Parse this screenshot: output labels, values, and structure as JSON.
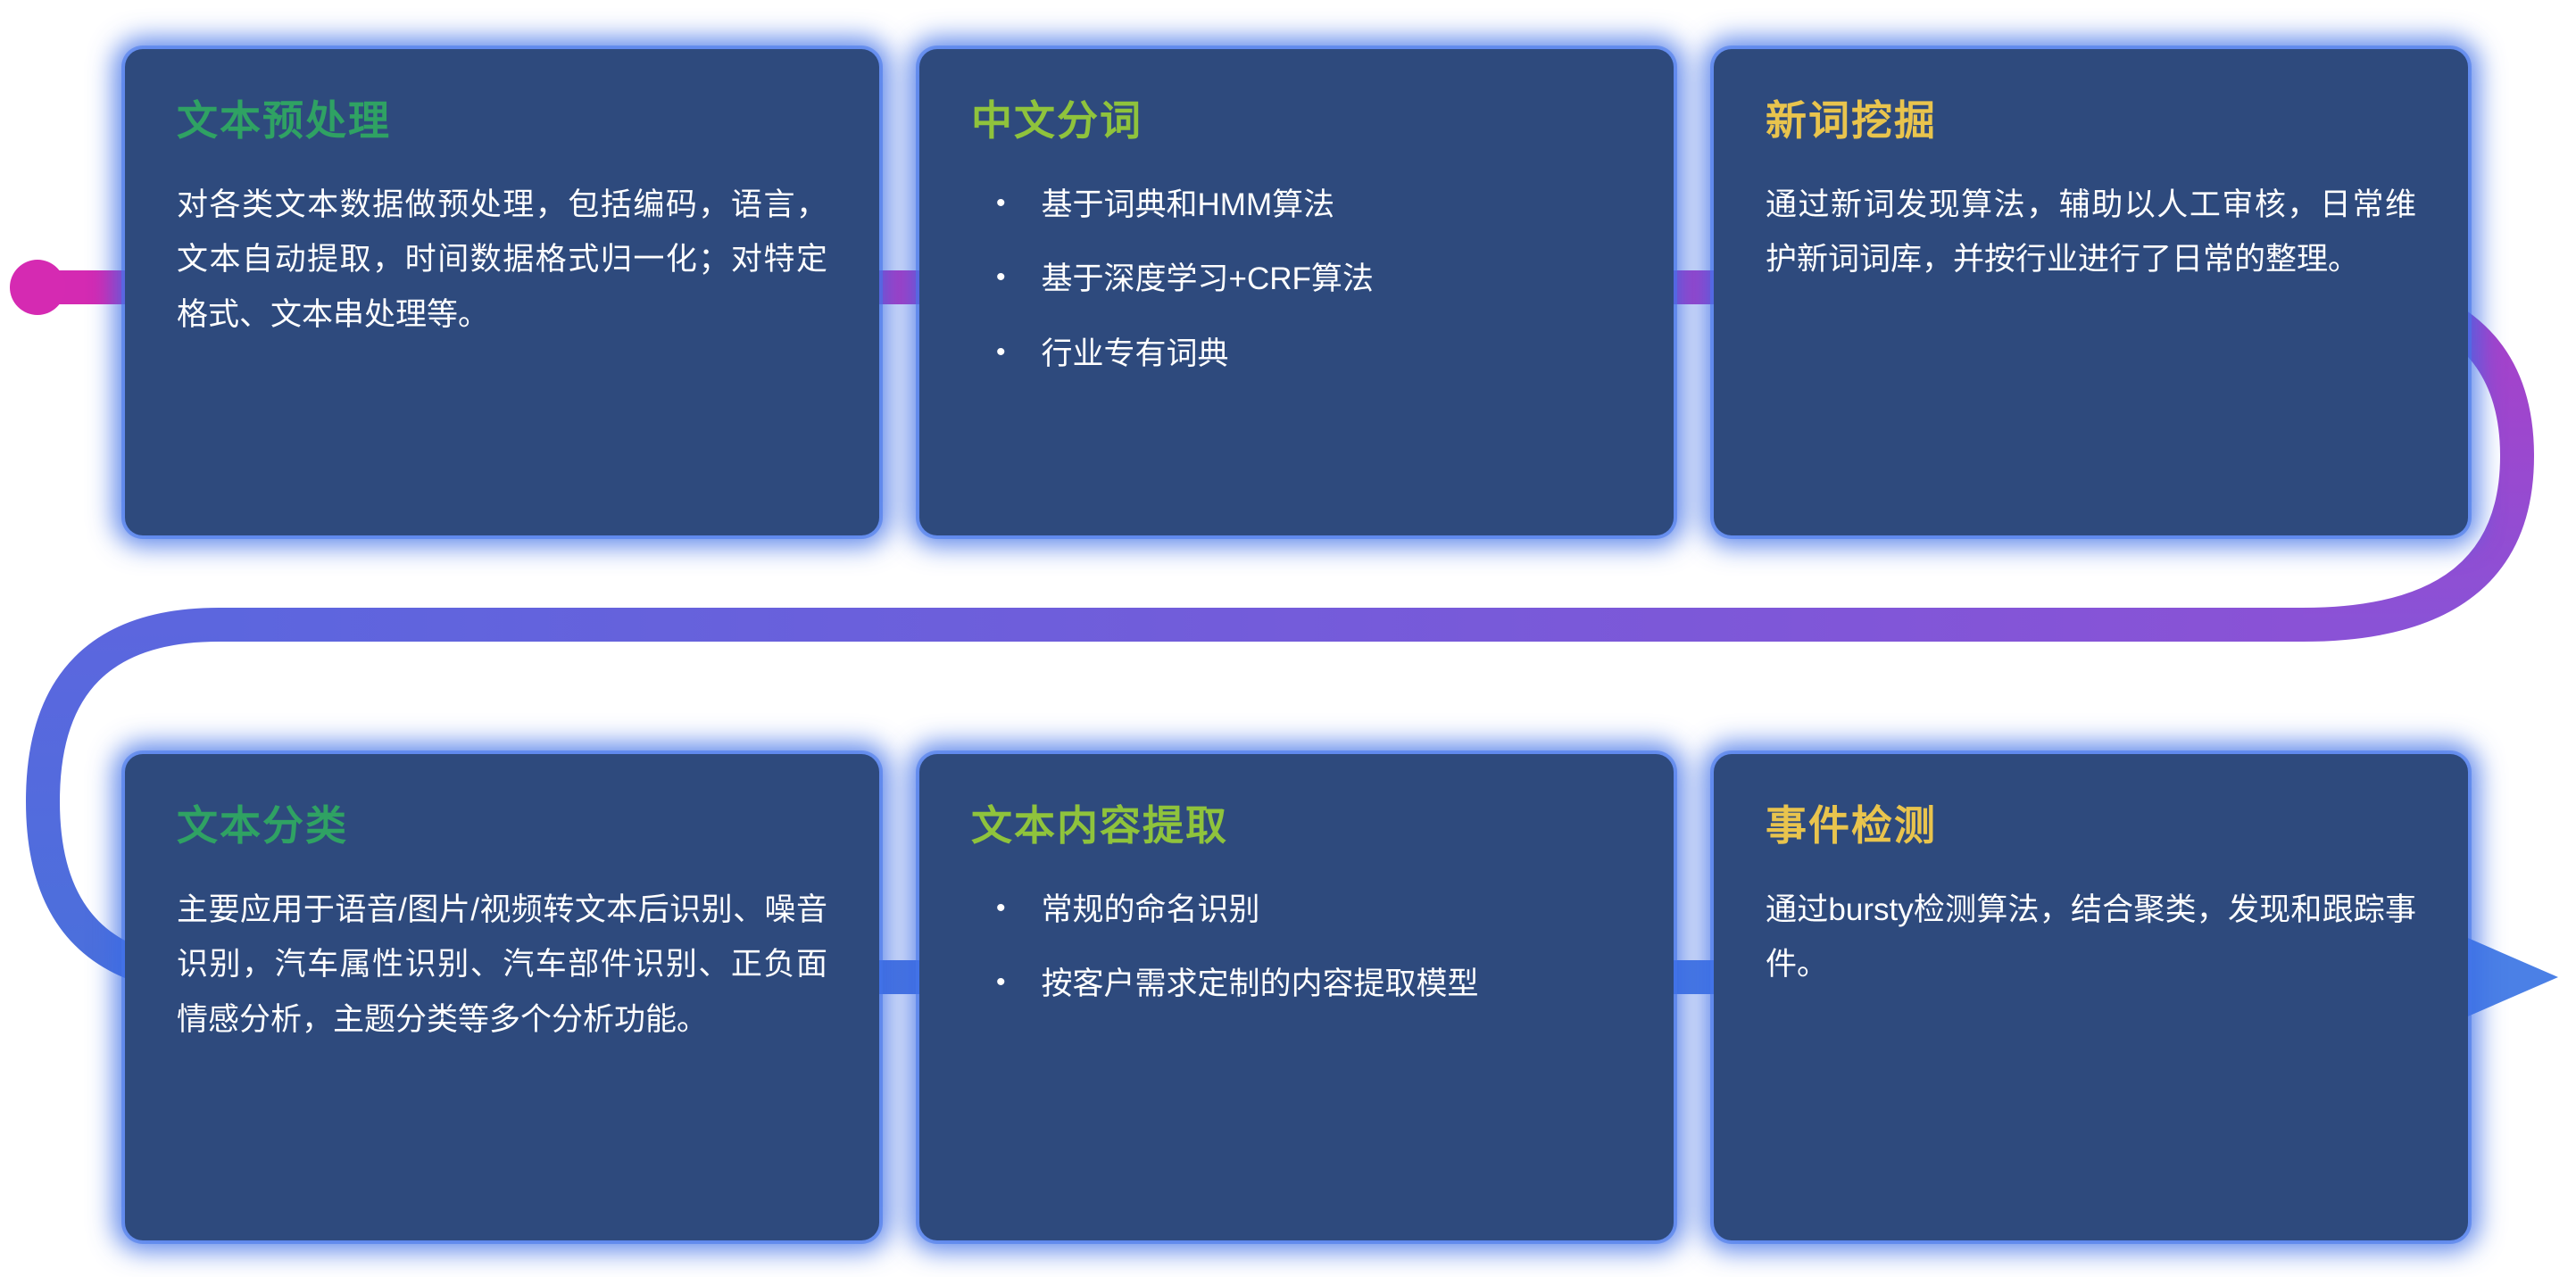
{
  "page": {
    "background_color": "#ffffff",
    "card_background_color": "#2e4a7d",
    "card_glow_color": "#3a6ae4",
    "body_text_color": "#ffffff"
  },
  "flow": {
    "start_dot_color": "#d52ab2",
    "stop_a1": "#d52ab2",
    "stop_a2": "#aa3fc8",
    "stop_b1": "#aa3fc8",
    "stop_b2": "#8a52d6",
    "stop_c1": "#8a52d6",
    "stop_c2": "#5c66de",
    "stop_d1": "#5c66de",
    "stop_d2": "#4a70dc",
    "stop_e1": "#4a70dc",
    "stop_e2": "#4b80e6",
    "arrow_color": "#4b80e6"
  },
  "cards": [
    {
      "id": "text-preprocessing",
      "title": "文本预处理",
      "title_color": "#2fa263",
      "type": "paragraph",
      "body": "对各类文本数据做预处理，包括编码，语言，文本自动提取，时间数据格式归一化；对特定格式、文本串处理等。"
    },
    {
      "id": "chinese-word-segmentation",
      "title": "中文分词",
      "title_color": "#8fc33c",
      "type": "bullets",
      "bullets": [
        "基于词典和HMM算法",
        "基于深度学习+CRF算法",
        "行业专有词典"
      ]
    },
    {
      "id": "new-word-mining",
      "title": "新词挖掘",
      "title_color": "#e9c44d",
      "type": "paragraph",
      "body": "通过新词发现算法，辅助以人工审核，日常维护新词词库，并按行业进行了日常的整理。"
    },
    {
      "id": "text-classification",
      "title": "文本分类",
      "title_color": "#2fa263",
      "type": "paragraph",
      "body": "主要应用于语音/图片/视频转文本后识别、噪音识别，汽车属性识别、汽车部件识别、正负面情感分析，主题分类等多个分析功能。"
    },
    {
      "id": "text-content-extraction",
      "title": "文本内容提取",
      "title_color": "#8fc33c",
      "type": "bullets",
      "bullets": [
        "常规的命名识别",
        "按客户需求定制的内容提取模型"
      ]
    },
    {
      "id": "event-detection",
      "title": "事件检测",
      "title_color": "#e9c44d",
      "type": "paragraph",
      "body": "通过bursty检测算法，结合聚类，发现和跟踪事件。"
    }
  ]
}
